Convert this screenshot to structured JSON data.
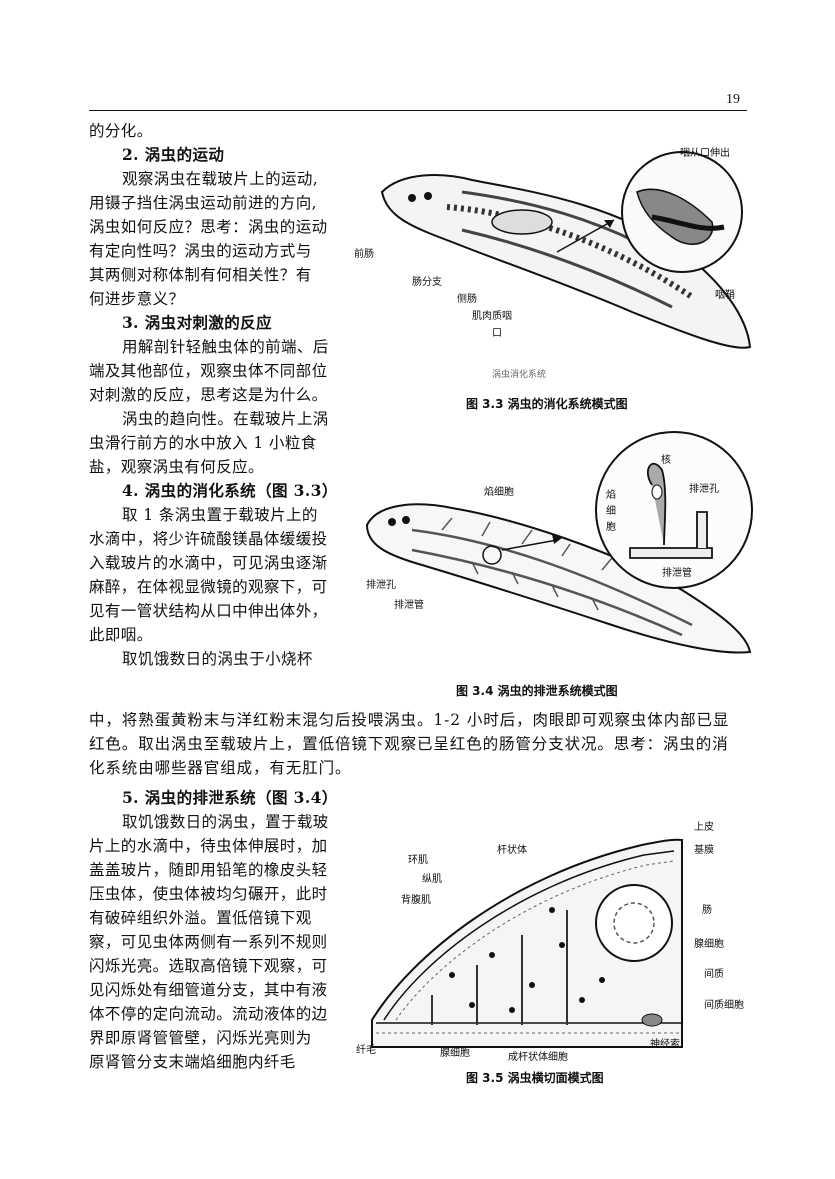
{
  "page_number": "19",
  "left_column": [
    {
      "text": "的分化。",
      "type": "normal"
    },
    {
      "text": "2. 涡虫的运动",
      "type": "heading"
    },
    {
      "text": "观察涡虫在载玻片上的运动,",
      "type": "indent"
    },
    {
      "text": "用镊子挡住涡虫运动前进的方向,",
      "type": "normal"
    },
    {
      "text": "涡虫如何反应？思考：涡虫的运动",
      "type": "normal"
    },
    {
      "text": "有定向性吗？涡虫的运动方式与",
      "type": "normal"
    },
    {
      "text": "其两侧对称体制有何相关性？有",
      "type": "normal"
    },
    {
      "text": "何进步意义？",
      "type": "normal"
    },
    {
      "text": "3. 涡虫对刺激的反应",
      "type": "heading"
    },
    {
      "text": "用解剖针轻触虫体的前端、后",
      "type": "indent"
    },
    {
      "text": "端及其他部位，观察虫体不同部位",
      "type": "normal"
    },
    {
      "text": "对刺激的反应，思考这是为什么。",
      "type": "normal"
    },
    {
      "text": "涡虫的趋向性。在载玻片上涡",
      "type": "indent"
    },
    {
      "text": "虫滑行前方的水中放入 1 小粒食",
      "type": "normal"
    },
    {
      "text": "盐，观察涡虫有何反应。",
      "type": "normal"
    },
    {
      "text": "4. 涡虫的消化系统（图 3.3）",
      "type": "heading"
    },
    {
      "text": "取 1 条涡虫置于载玻片上的",
      "type": "indent"
    },
    {
      "text": "水滴中，将少许硫酸镁晶体缓缓投",
      "type": "normal"
    },
    {
      "text": "入载玻片的水滴中，可见涡虫逐渐",
      "type": "normal"
    },
    {
      "text": "麻醉，在体视显微镜的观察下，可",
      "type": "normal"
    },
    {
      "text": "见有一管状结构从口中伸出体外，",
      "type": "normal"
    },
    {
      "text": "此即咽。",
      "type": "normal"
    },
    {
      "text": "取饥饿数日的涡虫于小烧杯",
      "type": "indent"
    }
  ],
  "full_width": [
    {
      "text": "中，将熟蛋黄粉末与洋红粉末混匀后投喂涡虫。1-2 小时后，肉眼即可观察虫体内部已显",
      "type": "normal"
    },
    {
      "text": "红色。取出涡虫至载玻片上，置低倍镜下观察已呈红色的肠管分支状况。思考：涡虫的消",
      "type": "normal"
    },
    {
      "text": "化系统由哪些器官组成，有无肛门。",
      "type": "normal"
    }
  ],
  "left_column_2": [
    {
      "text": "5. 涡虫的排泄系统（图 3.4）",
      "type": "heading"
    },
    {
      "text": "取饥饿数日的涡虫，置于载玻",
      "type": "indent"
    },
    {
      "text": "片上的水滴中，待虫体伸展时，加",
      "type": "normal"
    },
    {
      "text": "盖盖玻片，随即用铅笔的橡皮头轻",
      "type": "normal"
    },
    {
      "text": "压虫体，使虫体被均匀碾开，此时",
      "type": "normal"
    },
    {
      "text": "有破碎组织外溢。置低倍镜下观",
      "type": "normal"
    },
    {
      "text": "察，可见虫体两侧有一系列不规则",
      "type": "normal"
    },
    {
      "text": "闪烁光亮。选取高倍镜下观察，可",
      "type": "normal"
    },
    {
      "text": "见闪烁处有细管道分支，其中有液",
      "type": "normal"
    },
    {
      "text": "体不停的定向流动。流动液体的边",
      "type": "normal"
    },
    {
      "text": "界即原肾管管壁，闪烁光亮则为",
      "type": "normal"
    },
    {
      "text": "原肾管分支末端焰细胞内纤毛",
      "type": "normal"
    }
  ],
  "fig33": {
    "caption": "图 3.3  涡虫的消化系统模式图",
    "inner_caption": "涡虫消化系统",
    "labels": {
      "pharynx_out": "咽从口伸出",
      "front_gut": "前肠",
      "gut_branch": "肠分支",
      "lateral_gut": "侧肠",
      "muscular_pharynx": "肌肉质咽",
      "mouth": "口",
      "pharynx_sheath": "咽鞘"
    }
  },
  "fig34": {
    "caption": "图 3.4  涡虫的排泄系统模式图",
    "labels": {
      "flame_cell": "焰细胞",
      "nucleus": "核",
      "flame_cell_v": [
        "焰",
        "细",
        "胞"
      ],
      "pore_r": "排泄孔",
      "duct_r": "排泄管",
      "pore_l": "排泄孔",
      "duct_l": "排泄管"
    }
  },
  "fig35": {
    "caption": "图 3.5  涡虫横切面模式图",
    "labels": {
      "epidermis": "上皮",
      "basement": "基膜",
      "rod_cell": "杆状体",
      "circular_muscle": "环肌",
      "longitudinal_muscle": "纵肌",
      "dorsoventral_muscle": "背腹肌",
      "intestine": "肠",
      "gland_cell_r": "腺细胞",
      "mesenchyme": "间质",
      "mesenchyme_cell": "间质细胞",
      "cilia": "纤毛",
      "gland_cell_b": "腺细胞",
      "rhabdite_cell": "成杆状体细胞",
      "nerve_cord": "神经索"
    }
  }
}
